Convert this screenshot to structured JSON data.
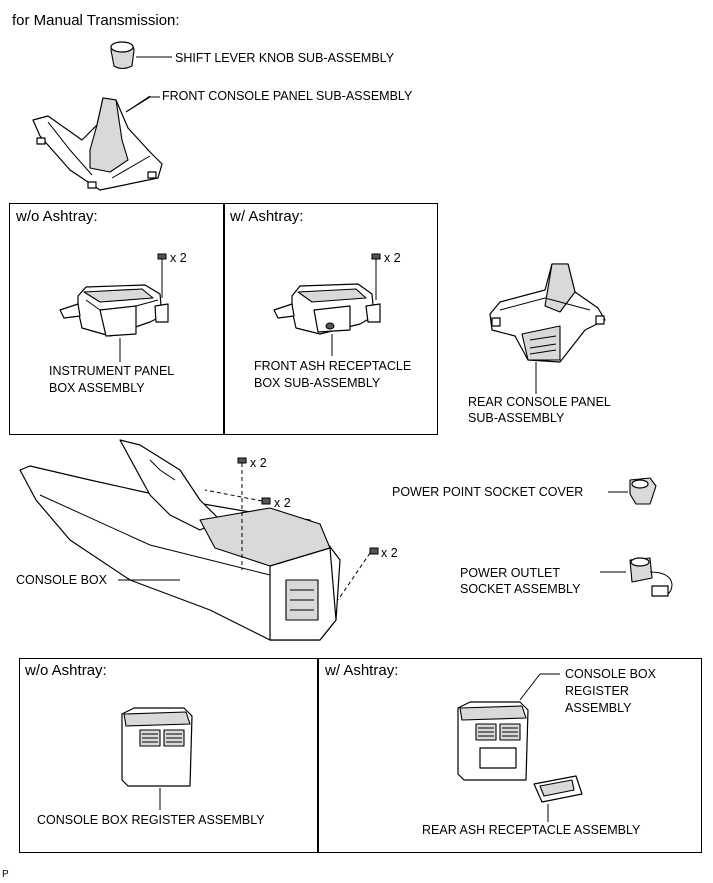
{
  "header": {
    "title": "for Manual Transmission:"
  },
  "parts": {
    "shift_knob": "SHIFT LEVER KNOB SUB-ASSEMBLY",
    "front_console_panel": "FRONT CONSOLE PANEL SUB-ASSEMBLY",
    "instrument_panel_box_1": "INSTRUMENT PANEL",
    "instrument_panel_box_2": "BOX ASSEMBLY",
    "front_ash_1": "FRONT ASH RECEPTACLE",
    "front_ash_2": "BOX SUB-ASSEMBLY",
    "rear_console_panel_1": "REAR CONSOLE PANEL",
    "rear_console_panel_2": "SUB-ASSEMBLY",
    "power_point_cover": "POWER POINT SOCKET COVER",
    "power_outlet_1": "POWER OUTLET",
    "power_outlet_2": "SOCKET ASSEMBLY",
    "console_box": "CONSOLE BOX",
    "register_left": "CONSOLE BOX REGISTER ASSEMBLY",
    "register_right_1": "CONSOLE BOX",
    "register_right_2": "REGISTER",
    "register_right_3": "ASSEMBLY",
    "rear_ash": "REAR ASH RECEPTACLE ASSEMBLY"
  },
  "panels": {
    "top_left": "w/o Ashtray:",
    "top_right": "w/ Ashtray:",
    "bottom_left": "w/o Ashtray:",
    "bottom_right": "w/ Ashtray:"
  },
  "fasteners": {
    "a": "x 2",
    "b": "x 2",
    "c": "x 2",
    "d": "x 2",
    "e": "x 2"
  },
  "footer": {
    "code": "P"
  }
}
